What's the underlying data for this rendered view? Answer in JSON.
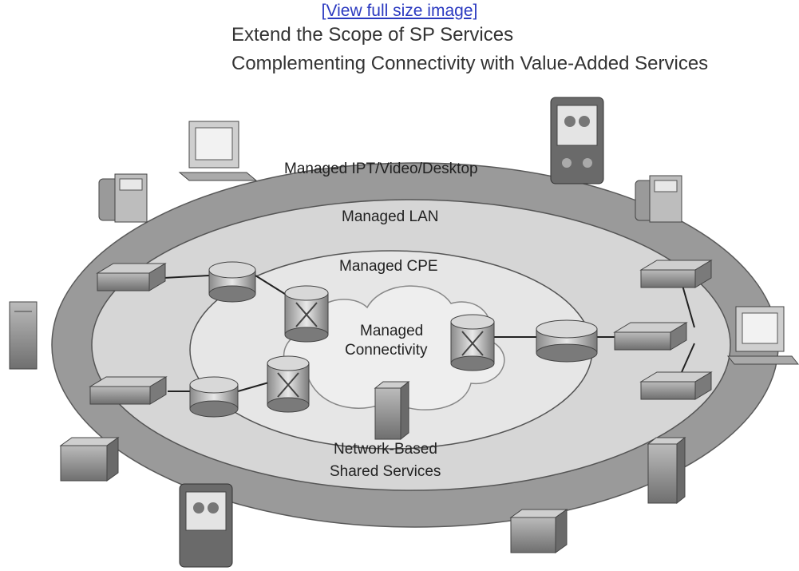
{
  "link": {
    "label": "[View full size image]"
  },
  "title": "Extend the Scope of SP Services",
  "subtitle": "Complementing Connectivity with Value-Added Services",
  "rings": {
    "outer": "Managed IPT/Video/Desktop",
    "lan": "Managed LAN",
    "cpe": "Managed CPE",
    "core_line1": "Managed",
    "core_line2": "Connectivity",
    "shared_line1": "Network-Based",
    "shared_line2": "Shared Services"
  },
  "colors": {
    "outer_ring": "#9a9a9a",
    "lan_ring": "#d6d6d6",
    "cpe_ring": "#e6e6e6",
    "cloud": "#eeeeee",
    "link": "#2a39c0"
  }
}
